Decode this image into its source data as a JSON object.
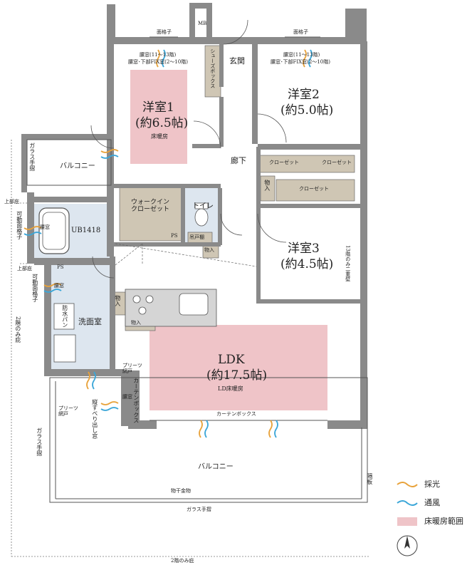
{
  "rooms": {
    "western1": {
      "name": "洋室1",
      "size": "(約6.5帖)",
      "note": "床暖房"
    },
    "western2": {
      "name": "洋室2",
      "size": "(約5.0帖)"
    },
    "western3": {
      "name": "洋室3",
      "size": "(約4.5帖)"
    },
    "ldk": {
      "name": "LDK",
      "size": "(約17.5帖)",
      "note": "LD床暖房"
    },
    "washroom": "洗面室",
    "toilet": "トイレ",
    "entrance": "玄関",
    "hallway": "廊下",
    "bath": "UB1418",
    "balcony_main": "バルコニー",
    "balcony_small": "バルコニー",
    "walkin": "ウォークイン\nクローゼット"
  },
  "labels": {
    "mb": "MB",
    "ps1": "PS",
    "ps2": "PS",
    "grille_left": "面格子",
    "grille_right": "面格子",
    "window_left_1": "腰窓(11〜13階)",
    "window_left_2": "腰窓･下部FIX窓(2〜10階)",
    "window_right_1": "腰窓(11〜13階)",
    "window_right_2": "腰窓･下部FIX窓(2〜10階)",
    "shoebox": "シューズボックス",
    "closet1": "クローゼット",
    "closet2": "クローゼット",
    "closet3": "クローゼット",
    "storage1": "物入",
    "storage2": "物入",
    "storage3": "物入",
    "storage4": "物入",
    "futon": "吊戸棚",
    "waterproof_pan": "防水パン",
    "kitchen_window": "腰窓",
    "bath_window": "腰窓",
    "bath_window2": "腰窓",
    "movable_grille1": "可動面格子",
    "movable_grille2": "可動面格子",
    "upper_eave1": "上部庇",
    "upper_eave2": "上部庇",
    "eave_2f_left": "2階のみ庇",
    "eave_2f_bottom": "2階のみ庇",
    "pleated_screen1": "プリーツ網戸",
    "pleated_screen2": "プリーツ網戸",
    "curtain_box1": "カーテンボックス",
    "curtain_box2": "カーテンボックス",
    "vertical_slide": "縦すべり出し窓",
    "glass_rail_small": "ガラス手摺",
    "glass_rail_left": "ガラス手摺",
    "glass_rail_bottom": "ガラス手摺",
    "clothes_rack": "物干金物",
    "partition": "隔板",
    "double_wall": "13階のみ二重壁"
  },
  "legend": [
    {
      "label": "採光",
      "color": "#e8a23a"
    },
    {
      "label": "通風",
      "color": "#3aa6d8"
    },
    {
      "label": "床暖房範囲",
      "color": "#efc4c8"
    }
  ],
  "colors": {
    "wall": "#8a8a8a",
    "heating": "#efc4c8",
    "wet_area": "#dde6ef",
    "storage": "#cfc6b4"
  }
}
